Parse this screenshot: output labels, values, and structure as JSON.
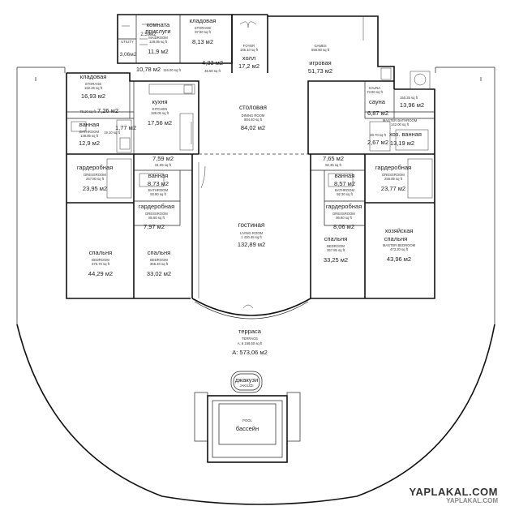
{
  "rooms": [
    {
      "key": "nanny",
      "ru": [
        "комната",
        "прислуги"
      ],
      "en": [
        "MAIDROOM",
        "128.05 sq ft"
      ],
      "area": "11,9 м2"
    },
    {
      "key": "storage_top",
      "ru": [
        "кладовая"
      ],
      "en": [
        "STORAGE",
        "87.50 sq ft"
      ],
      "area": "8,13 м2"
    },
    {
      "key": "foyer",
      "ru": [
        "холл"
      ],
      "en": [
        "FOYER",
        "185.10 sq ft"
      ],
      "area": "17,2 м2"
    },
    {
      "key": "games",
      "ru": [
        "игровая"
      ],
      "en": [
        "GAMES",
        "556.80 sq ft"
      ],
      "area": "51,73 м2"
    },
    {
      "key": "storage_left",
      "ru": [
        "кладовая"
      ],
      "en": [
        "STORAGE",
        "182.25 sq ft"
      ],
      "area": "16,93 м2"
    },
    {
      "key": "kitchen",
      "ru": [
        "кухня"
      ],
      "en": [
        "KITCHEN",
        "189.05 sq ft"
      ],
      "area": "17,56 м2"
    },
    {
      "key": "dining",
      "ru": [
        "столовая"
      ],
      "en": [
        "DINING ROOM",
        "904.40 sq ft"
      ],
      "area": "84,02 м2"
    },
    {
      "key": "sauna",
      "ru": [
        "сауна"
      ],
      "en": [
        "SAUNA",
        "73.80 sq ft"
      ],
      "area": "6,87 м2"
    },
    {
      "key": "bath_left",
      "ru": [
        "ванная"
      ],
      "en": [
        "BATHROOM",
        "138.85 sq ft"
      ],
      "area": "12,9 м2"
    },
    {
      "key": "bath_master",
      "ru": [
        "хоз. ванная"
      ],
      "en": [
        "MASTER BATHROOM",
        "142.00 sq ft"
      ],
      "area": "13,19 м2"
    },
    {
      "key": "dress_left",
      "ru": [
        "гардеробная"
      ],
      "en": [
        "DRESSROOM",
        "257.80 sq ft"
      ],
      "area": "23,95 м2"
    },
    {
      "key": "dress_right",
      "ru": [
        "гардеробная"
      ],
      "en": [
        "DRESSROOM",
        "255.85 sq ft"
      ],
      "area": "23,77 м2"
    },
    {
      "key": "bath_mid_left",
      "ru": [
        "ванная"
      ],
      "en": [
        "BATHROOM",
        "93.90 sq ft"
      ],
      "area": "8,73 м2"
    },
    {
      "key": "bath_mid_right",
      "ru": [
        "ванная"
      ],
      "en": [
        "BATHROOM",
        "92.30 sq ft"
      ],
      "area": "8,57 м2"
    },
    {
      "key": "dress_mid_left",
      "ru": [
        "гардеробная"
      ],
      "en": [
        "DRESSROOM",
        "85.80 sq ft"
      ],
      "area": "7,97 м2"
    },
    {
      "key": "dress_mid_right",
      "ru": [
        "гардеробная"
      ],
      "en": [
        "DRESSROOM",
        "86.80 sq ft"
      ],
      "area": "8,06 м2"
    },
    {
      "key": "living",
      "ru": [
        "гостиная"
      ],
      "en": [
        "LIVING ROOM",
        "1 430.45 sq ft"
      ],
      "area": "132,89 м2"
    },
    {
      "key": "bed_left",
      "ru": [
        "спальня"
      ],
      "en": [
        "BEDROOM",
        "476.70 sq ft"
      ],
      "area": "44,29 м2"
    },
    {
      "key": "bed_mid_left",
      "ru": [
        "спальня"
      ],
      "en": [
        "BEDROOM",
        "355.40 sq ft"
      ],
      "area": "33,02 м2"
    },
    {
      "key": "bed_mid_right",
      "ru": [
        "спальня"
      ],
      "en": [
        "BEDROOM",
        "357.85 sq ft"
      ],
      "area": "33,25 м2"
    },
    {
      "key": "bed_master",
      "ru": [
        "хозяйская",
        "спальня"
      ],
      "en": [
        "MASTER BEDROOM",
        "473.20 sq ft"
      ],
      "area": "43,96 м2"
    },
    {
      "key": "terrace",
      "ru": [
        "терраса"
      ],
      "en": [
        "TERRACE",
        "A: 6 156.60 sq ft"
      ],
      "area": "A: 573,06 м2"
    },
    {
      "key": "jacuzzi",
      "ru": [
        "джакузи"
      ],
      "en": [
        "JAKUZZI"
      ],
      "area": ""
    },
    {
      "key": "pool",
      "ru": [
        "бассейн"
      ],
      "en": [
        "POOL"
      ],
      "area": ""
    }
  ],
  "small_labels": {
    "utility": "UTILITY",
    "a_2_59": "2,59м2",
    "a_3_06": "3,06м2",
    "a_10_78": "10,78 м2",
    "f_116": "116.00 sq ft",
    "a_4_33": "4,33 м2",
    "f_46": "46.50 sq ft",
    "a_7_26": "7,26 м2",
    "f_78": "78.10 sq ft",
    "a_13_96": "13,96 м2",
    "f_150": "150.25 sq ft",
    "a_1_77": "1,77 м2",
    "f_19": "19.10 sq ft",
    "a_2_67": "2,67 м2",
    "f_28": "28.70 sq ft",
    "a_7_59": "7,59 м2",
    "f_81": "81.65 sq ft",
    "a_7_65": "7,65 м2",
    "f_82": "82.35 sq ft"
  },
  "watermark": {
    "main": "YAPLAKAL.COM",
    "sub": "YAPLAKAL.COM"
  }
}
